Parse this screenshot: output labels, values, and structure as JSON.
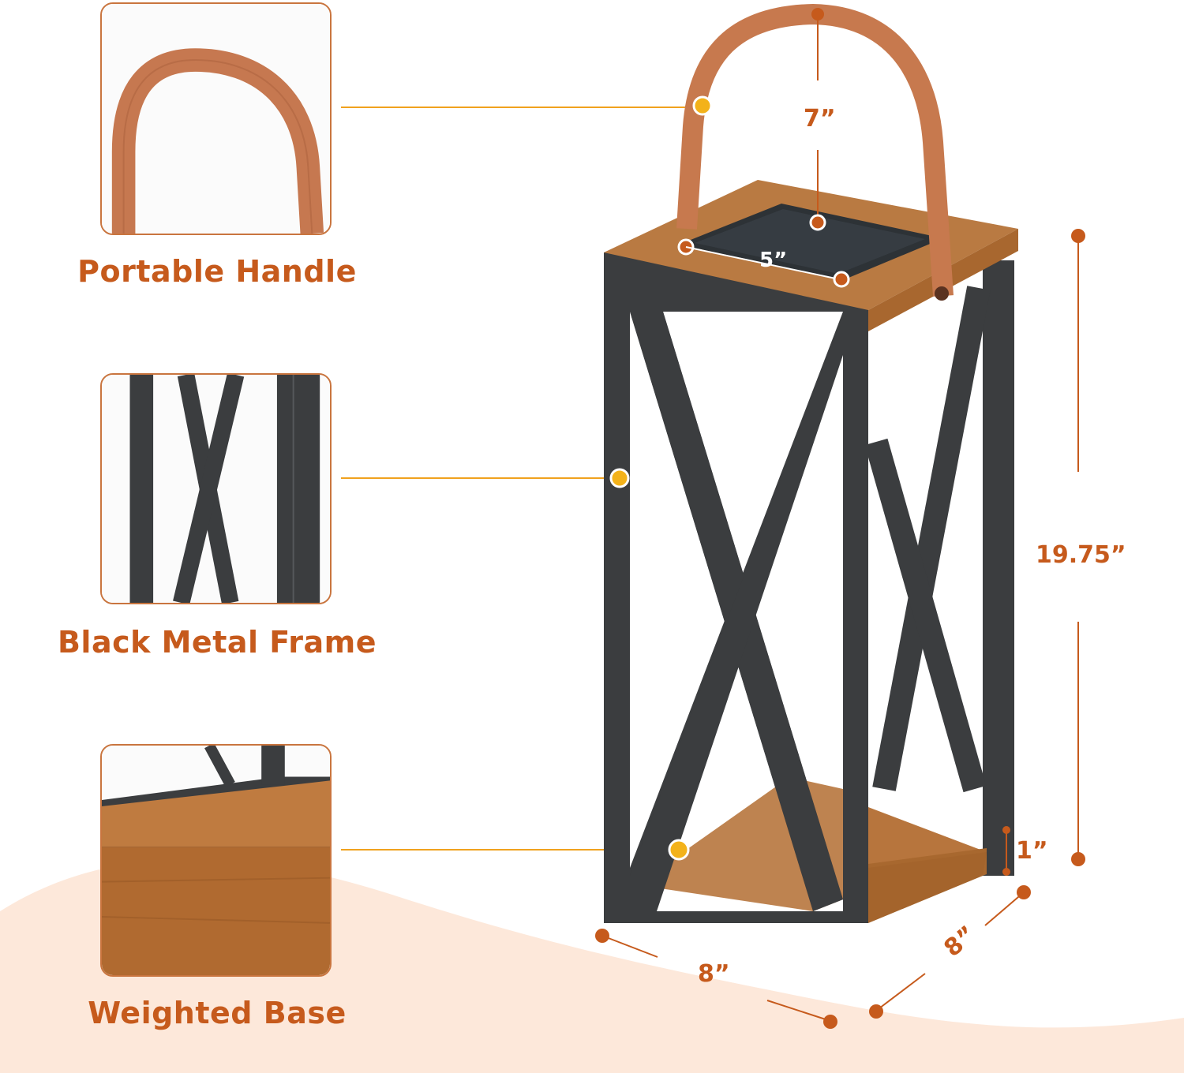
{
  "features": [
    {
      "key": "handle",
      "label": "Portable Handle"
    },
    {
      "key": "frame",
      "label": "Black Metal Frame"
    },
    {
      "key": "base",
      "label": "Weighted Base"
    }
  ],
  "dimensions": {
    "handle_height": "7”",
    "panel_width": "5”",
    "total_height": "19.75”",
    "base_thickness": "1”",
    "width_front": "8”",
    "width_side": "8”"
  },
  "colors": {
    "accent": "#c65a1c",
    "callout_line": "#f0a21e",
    "frame": "#3b3d3f",
    "wood": "#b8743a",
    "leather": "#c7794e"
  }
}
